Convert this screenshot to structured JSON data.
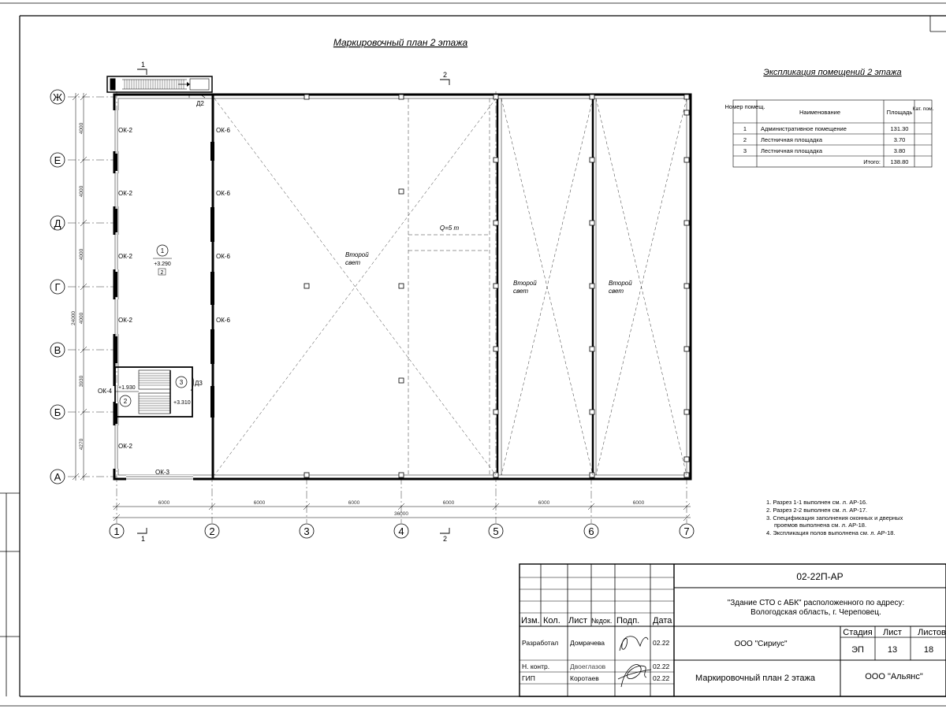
{
  "plan_title": "Маркировочный план 2 этажа",
  "section_marks": {
    "s1": "1",
    "s2": "2"
  },
  "axes_rows": [
    "Ж",
    "Е",
    "Д",
    "Г",
    "В",
    "Б",
    "А"
  ],
  "axes_cols": [
    "1",
    "2",
    "3",
    "4",
    "5",
    "6",
    "7"
  ],
  "row_dims": [
    "4000",
    "4000",
    "4000",
    "4000",
    "3930",
    "4270"
  ],
  "total_height_dim": "24000",
  "col_dims": [
    "6000",
    "6000",
    "6000",
    "6000",
    "6000",
    "6000"
  ],
  "total_width_dim": "36000",
  "windows_left": [
    "ОК-2",
    "ОК-2",
    "ОК-2",
    "ОК-2",
    "ОК-2"
  ],
  "windows_right": [
    "ОК-6",
    "ОК-6",
    "ОК-6",
    "ОК-6"
  ],
  "window_ok4": "ОК-4",
  "window_ok3": "ОК-3",
  "doors": {
    "d2": "Д2",
    "d3": "Д3"
  },
  "room1": {
    "num": "1",
    "level": "+3.290",
    "floor": "2"
  },
  "stair2": {
    "num": "2",
    "level": "+1.930"
  },
  "stair3": {
    "num": "3",
    "level": "+3.310"
  },
  "crane": "Q=5 т",
  "second_light": [
    "Второй",
    "свет"
  ],
  "explication": {
    "title": "Экспликация помещений 2 этажа",
    "headers": [
      "Номер помещ.",
      "Наименование",
      "Площадь",
      "Кат. пом."
    ],
    "rows": [
      {
        "num": "1",
        "name": "Административное помещение",
        "area": "131.30"
      },
      {
        "num": "2",
        "name": "Лестничная площадка",
        "area": "3.70"
      },
      {
        "num": "3",
        "name": "Лестничная площадка",
        "area": "3.80"
      }
    ],
    "total_label": "Итого:",
    "total_area": "138.80"
  },
  "notes": [
    "1. Разрез 1-1 выполнен см. л. АР-16.",
    "2. Разрез 2-2 выполнен см. л. АР-17.",
    "3. Спецификация заполнения оконных и дверных",
    "проемов выполнена см. л. АР-18.",
    "4. Экспликация полов выполнена см. л. АР-18."
  ],
  "stamp": {
    "code": "02-22П-АР",
    "object": [
      "\"Здание СТО с АБК\" расположенного по адресу:",
      "Вологодская область, г. Череповец."
    ],
    "col_headers": [
      "Изм.",
      "Кол.",
      "Лист",
      "№док.",
      "Подп.",
      "Дата"
    ],
    "roles": [
      {
        "role": "Разработал",
        "name": "Домрачева",
        "date": "02.22"
      },
      {
        "role": "Н. контр.",
        "name": "Двоеглазов",
        "date": "02.22"
      },
      {
        "role": "ГИП",
        "name": "Коротаев",
        "date": "02.22"
      }
    ],
    "company1": "ООО \"Сириус\"",
    "sheet_headers": [
      "Стадия",
      "Лист",
      "Листов"
    ],
    "sheet_values": [
      "ЭП",
      "13",
      "18"
    ],
    "drawing_name": "Маркировочный план 2 этажа",
    "company2": "ООО \"Альянс\""
  }
}
